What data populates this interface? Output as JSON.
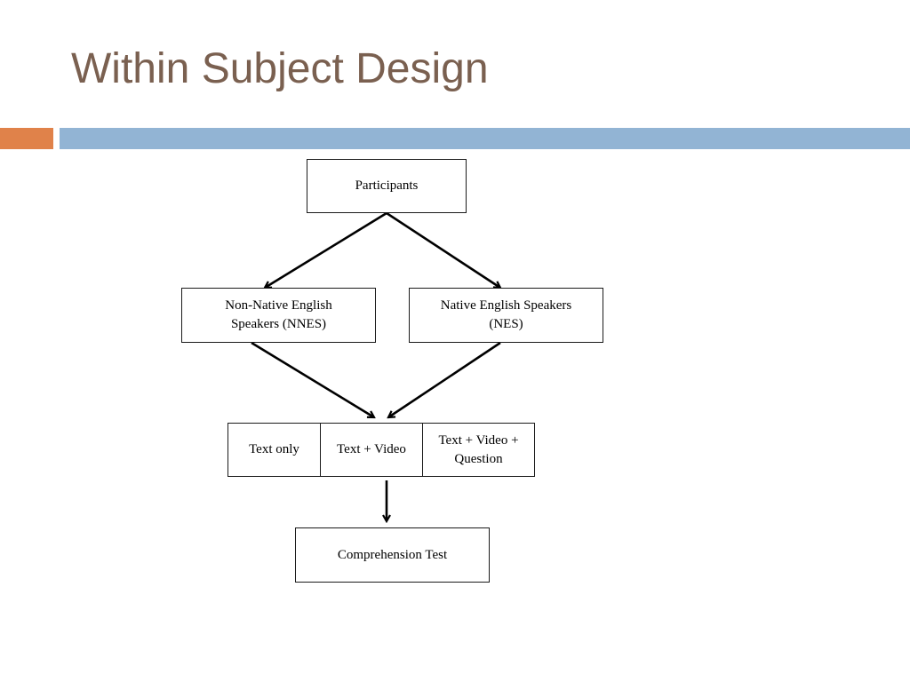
{
  "slide": {
    "title": "Within Subject Design"
  },
  "colors": {
    "title": "#7a6050",
    "accent_orange": "#e0824a",
    "accent_blue": "#92b4d4",
    "box_border": "#1a1a1a",
    "arrow": "#000000"
  },
  "diagram": {
    "participants": "Participants",
    "groups": [
      {
        "line1": "Non-Native English",
        "line2": "Speakers (NNES)"
      },
      {
        "line1": "Native English Speakers",
        "line2": "(NES)"
      }
    ],
    "conditions": [
      {
        "line1": "Text only",
        "line2": ""
      },
      {
        "line1": "Text + Video",
        "line2": ""
      },
      {
        "line1": "Text + Video +",
        "line2": "Question"
      }
    ],
    "outcome": "Comprehension Test"
  }
}
